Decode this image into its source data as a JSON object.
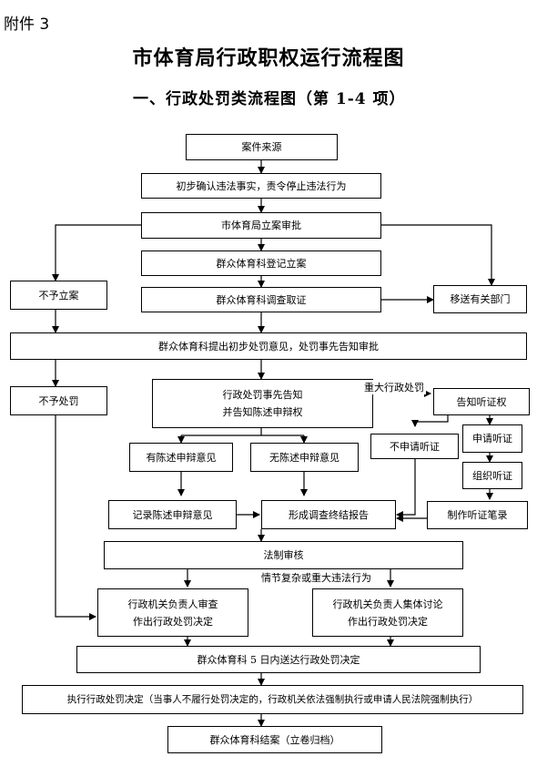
{
  "header": {
    "attachment": "附件 3",
    "title": "市体育局行政职权运行流程图",
    "subtitle": "一、行政处罚类流程图（第 1-4 项）"
  },
  "flow": {
    "case_source": "案件来源",
    "preliminary_confirm": "初步确认违法事实，责令停止违法行为",
    "bureau_approval": "市体育局立案审批",
    "register_case": "群众体育科登记立案",
    "investigate": "群众体育科调查取证",
    "no_filing": "不予立案",
    "transfer": "移送有关部门",
    "initial_opinion": "群众体育科提出初步处罚意见，处罚事先告知审批",
    "no_penalty": "不予处罚",
    "prior_notice_line1": "行政处罚事先告知",
    "prior_notice_line2": "并告知陈述申辩权",
    "major_penalty_label": "重大行政处罚",
    "notify_hearing": "告知听证权",
    "no_hearing_request": "不申请听证",
    "apply_hearing": "申请听证",
    "organize_hearing": "组织听证",
    "has_defense": "有陈述申辩意见",
    "no_defense": "无陈述申辩意见",
    "record_defense": "记录陈述申辩意见",
    "final_report": "形成调查终结报告",
    "hearing_record": "制作听证笔录",
    "legal_review": "法制审核",
    "complex_label": "情节复杂或重大违法行为",
    "head_review_line1": "行政机关负责人审查",
    "head_review_line2": "作出行政处罚决定",
    "collective_line1": "行政机关负责人集体讨论",
    "collective_line2": "作出行政处罚决定",
    "serve_decision": "群众体育科 5 日内送达行政处罚决定",
    "execute": "执行行政处罚决定（当事人不履行处罚决定的，行政机关依法强制执行或申请人民法院强制执行）",
    "close_case": "群众体育科结案（立卷归档）"
  }
}
